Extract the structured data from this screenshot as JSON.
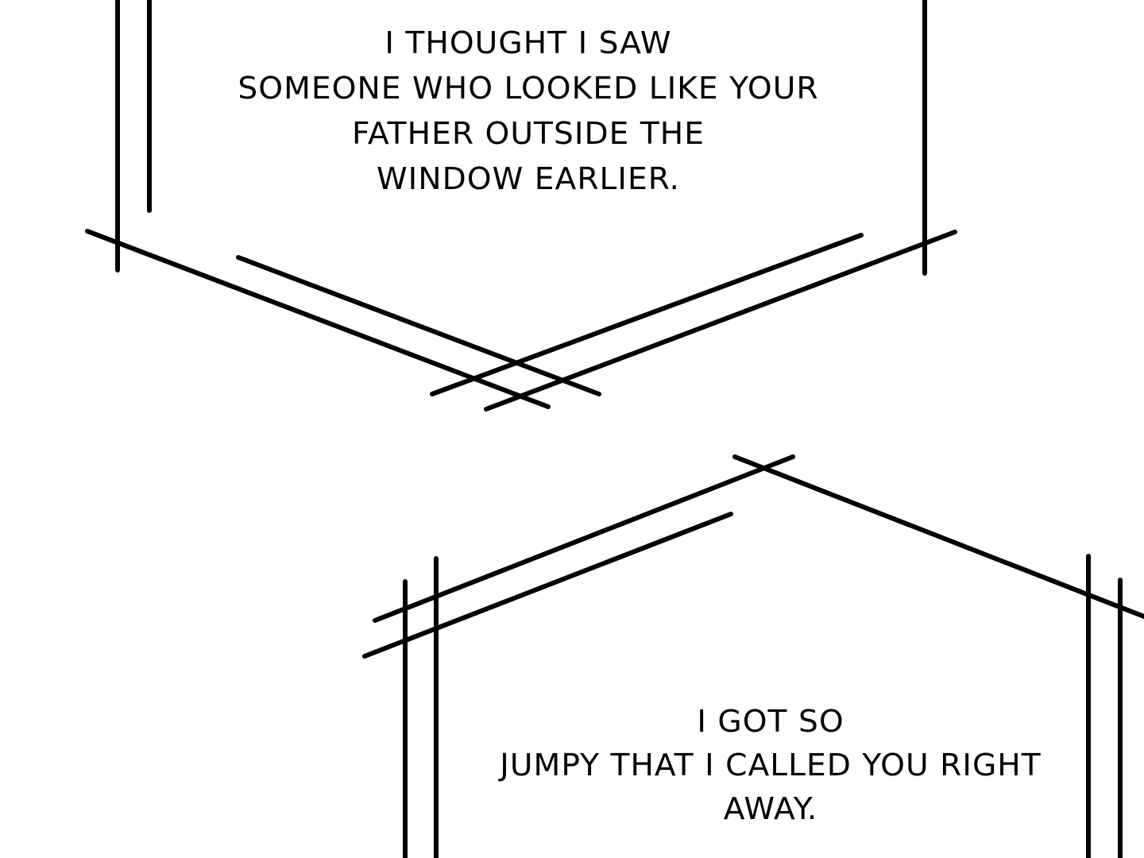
{
  "bubbles": [
    {
      "lines": [
        "I THOUGHT I SAW",
        "SOMEONE WHO LOOKED LIKE YOUR",
        "FATHER OUTSIDE THE",
        "WINDOW EARLIER."
      ]
    },
    {
      "lines": [
        "I GOT SO",
        "JUMPY THAT I CALLED YOU RIGHT",
        "AWAY."
      ]
    }
  ]
}
